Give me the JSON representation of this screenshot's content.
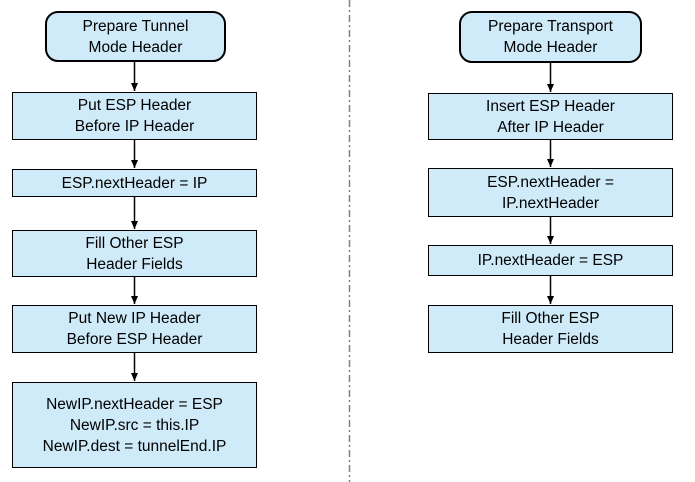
{
  "colors": {
    "box_fill": "#cfeaf9",
    "box_border": "#000000",
    "arrow": "#000000",
    "divider": "#808080",
    "text": "#000000",
    "background": "#ffffff"
  },
  "flows": {
    "tunnel": {
      "title": "Prepare Tunnel Mode Header flow",
      "boxes": [
        {
          "label": "Prepare Tunnel\nMode Header"
        },
        {
          "label": "Put ESP Header\nBefore IP Header"
        },
        {
          "label": "ESP.nextHeader = IP"
        },
        {
          "label": "Fill Other ESP\nHeader Fields"
        },
        {
          "label": "Put New IP Header\nBefore ESP Header"
        },
        {
          "label": "NewIP.nextHeader = ESP\nNewIP.src = this.IP\nNewIP.dest = tunnelEnd.IP"
        }
      ]
    },
    "transport": {
      "title": "Prepare Transport Mode Header flow",
      "boxes": [
        {
          "label": "Prepare Transport\nMode Header"
        },
        {
          "label": "Insert ESP Header\nAfter IP Header"
        },
        {
          "label": "ESP.nextHeader =\nIP.nextHeader"
        },
        {
          "label": "IP.nextHeader = ESP"
        },
        {
          "label": "Fill Other ESP\nHeader Fields"
        }
      ]
    }
  }
}
